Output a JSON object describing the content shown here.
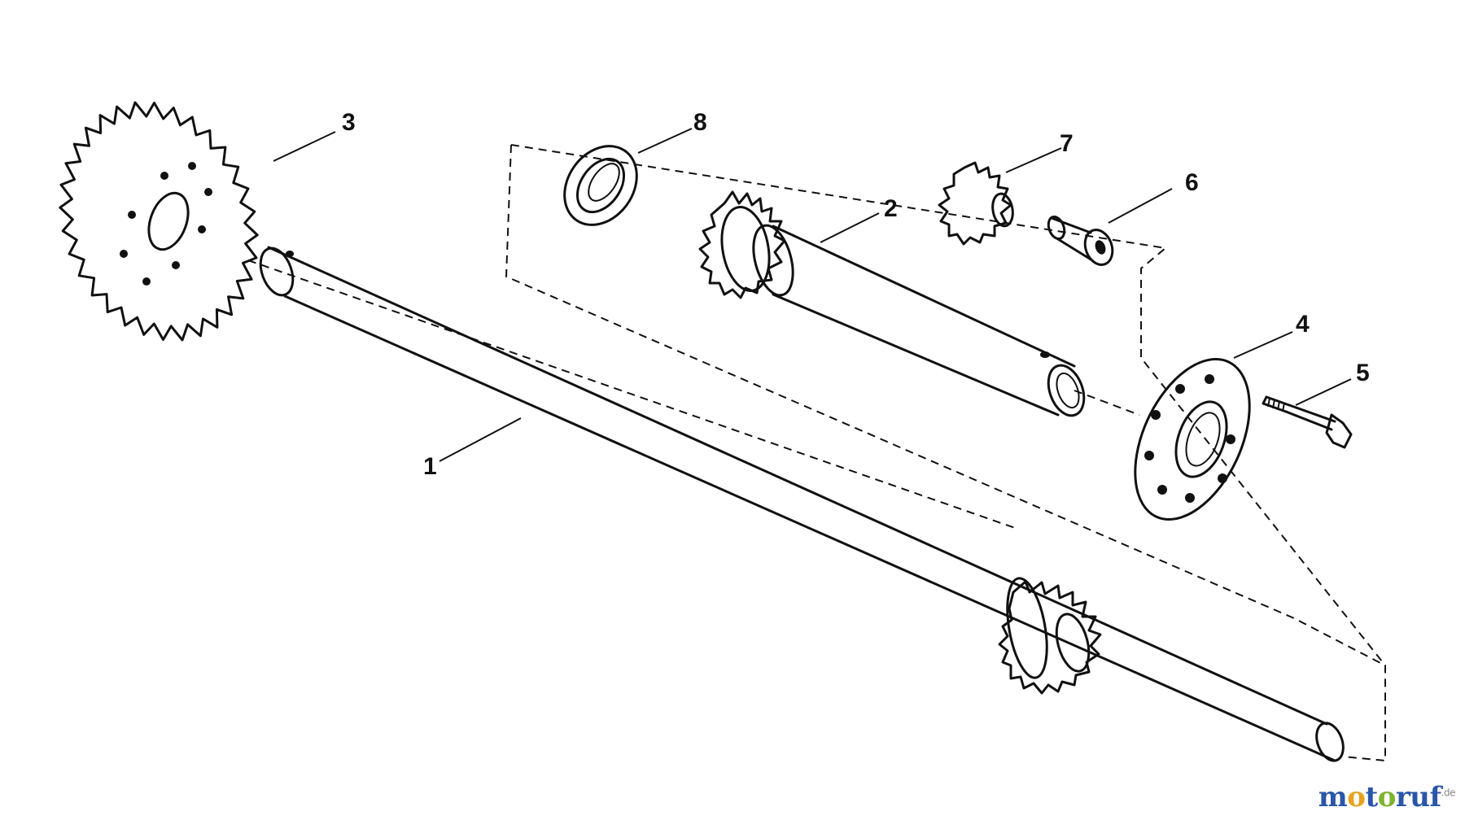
{
  "diagram": {
    "callouts": [
      {
        "id": "1",
        "label": "1"
      },
      {
        "id": "2",
        "label": "2"
      },
      {
        "id": "3",
        "label": "3"
      },
      {
        "id": "4",
        "label": "4"
      },
      {
        "id": "5",
        "label": "5"
      },
      {
        "id": "6",
        "label": "6"
      },
      {
        "id": "7",
        "label": "7"
      },
      {
        "id": "8",
        "label": "8"
      }
    ]
  },
  "watermark": {
    "parts": [
      {
        "text": "m",
        "color": "#2a56a8"
      },
      {
        "text": "o",
        "color": "#e8a21c"
      },
      {
        "text": "t",
        "color": "#2a56a8"
      },
      {
        "text": "o",
        "color": "#7fb32e"
      },
      {
        "text": "r",
        "color": "#2a56a8"
      },
      {
        "text": "u",
        "color": "#2a56a8"
      },
      {
        "text": "f",
        "color": "#2a56a8"
      }
    ],
    "tld": ".de"
  }
}
